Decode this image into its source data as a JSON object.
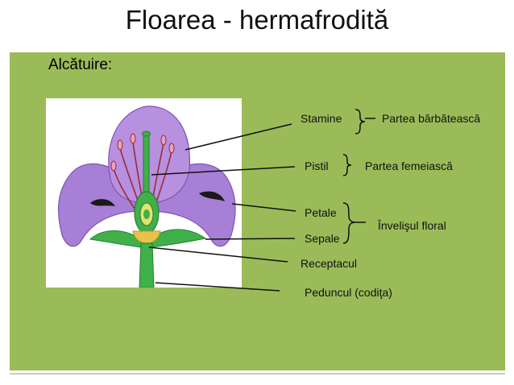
{
  "slide": {
    "title": "Floarea - hermafrodită",
    "heading": "Alcătuire:"
  },
  "labels": {
    "stamine": "Stamine",
    "pistil": "Pistil",
    "petale": "Petale",
    "sepale": "Sepale",
    "receptacul": "Receptacul",
    "peduncul": "Peduncul (codiţa)"
  },
  "groups": {
    "male": "Partea bărbătească",
    "female": "Partea femeiască",
    "perianth": "Învelişul floral"
  },
  "colors": {
    "panel": "#9bbb59",
    "petal": "#a77fd6",
    "stem": "#3fb04a"
  }
}
